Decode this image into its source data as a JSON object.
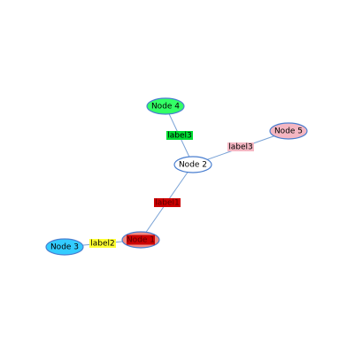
{
  "graph": {
    "nodes": [
      {
        "id": "n1",
        "label": "Node 1",
        "fill": "#f28b82",
        "label_bg": "#cc0000",
        "text_color": "#5a0000"
      },
      {
        "id": "n2",
        "label": "Node 2",
        "fill": "#ffffff",
        "label_bg": "",
        "text_color": "#000000"
      },
      {
        "id": "n3",
        "label": "Node 3",
        "fill": "#33ccff",
        "label_bg": "",
        "text_color": "#000000"
      },
      {
        "id": "n4",
        "label": "Node 4",
        "fill": "#33ff66",
        "label_bg": "",
        "text_color": "#000000"
      },
      {
        "id": "n5",
        "label": "Node 5",
        "fill": "#f4b6c2",
        "label_bg": "",
        "text_color": "#000000"
      }
    ],
    "edges": [
      {
        "id": "e1",
        "source": "n1",
        "target": "n2",
        "label": "label1",
        "label_bg": "#cc0000",
        "text_color": "#5a0000"
      },
      {
        "id": "e2",
        "source": "n1",
        "target": "n3",
        "label": "label2",
        "label_bg": "#ffff33",
        "text_color": "#000000"
      },
      {
        "id": "e3",
        "source": "n2",
        "target": "n4",
        "label": "label3",
        "label_bg": "#00dd33",
        "text_color": "#000000"
      },
      {
        "id": "e4",
        "source": "n2",
        "target": "n5",
        "label": "label3",
        "label_bg": "#f4b6c2",
        "text_color": "#000000"
      }
    ],
    "colors": {
      "edge": "#7aa3d6",
      "node_border": "#4a7fd0"
    }
  }
}
